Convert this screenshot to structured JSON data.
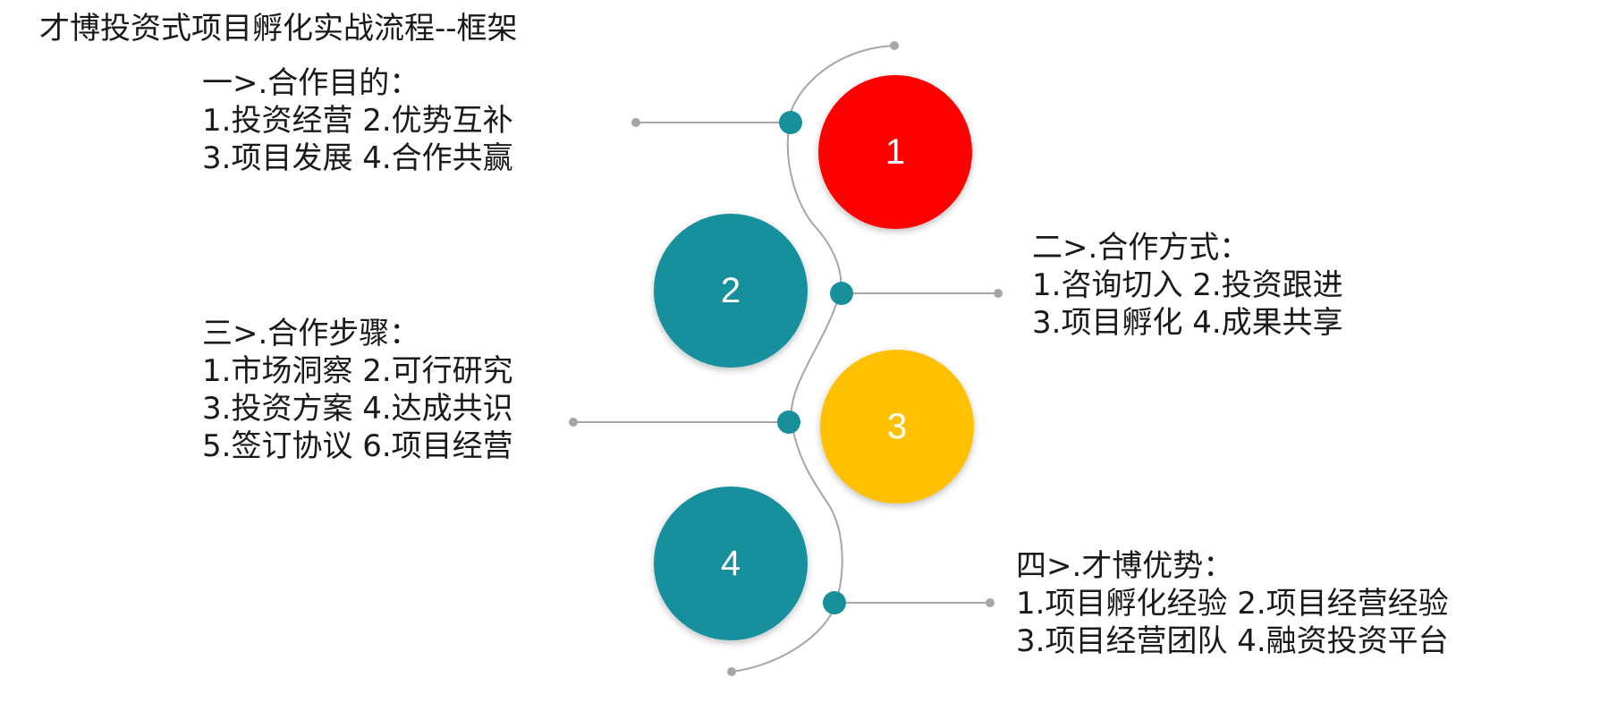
{
  "title": "才博投资式项目孵化实战流程--框架",
  "colors": {
    "red": "#ff0000",
    "teal": "#17909c",
    "yellow": "#ffc000",
    "line": "#a6a6a6",
    "dot": "#a6a6a6",
    "number_text": "#ffffff"
  },
  "steps": [
    {
      "number": "1",
      "color": "red",
      "heading": "一>.合作目的：",
      "lines": [
        "1.投资经营 2.优势互补",
        "3.项目发展 4.合作共赢"
      ]
    },
    {
      "number": "2",
      "color": "teal",
      "heading": "二>.合作方式：",
      "lines": [
        "1.咨询切入 2.投资跟进",
        "3.项目孵化 4.成果共享"
      ]
    },
    {
      "number": "3",
      "color": "yellow",
      "heading": "三>.合作步骤：",
      "lines": [
        "1.市场洞察 2.可行研究",
        "3.投资方案 4.达成共识",
        "5.签订协议 6.项目经营"
      ]
    },
    {
      "number": "4",
      "color": "teal",
      "heading": "四>.才博优势：",
      "lines": [
        "1.项目孵化经验  2.项目经营经验",
        "3.项目经营团队  4.融资投资平台"
      ]
    }
  ]
}
